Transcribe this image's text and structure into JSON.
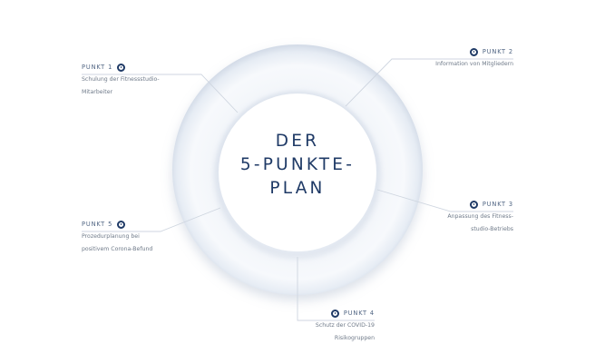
{
  "title_lines": [
    "DER",
    "5-PUNKTE-",
    "PLAN"
  ],
  "points": [
    {
      "label": "PUNKT 1",
      "lines": [
        "Schulung der Fitnessstudio-",
        "Mitarbeiter"
      ]
    },
    {
      "label": "PUNKT 2",
      "lines": [
        "Information von Mitgliedern"
      ]
    },
    {
      "label": "PUNKT 3",
      "lines": [
        "Anpassung des Fitness-",
        "studio-Betriebs"
      ]
    },
    {
      "label": "PUNKT 4",
      "lines": [
        "Schutz der COVID-19",
        "Risikogruppen"
      ]
    },
    {
      "label": "PUNKT 5",
      "lines": [
        "Prozedurplanung bei",
        "positivem Corona-Befund"
      ]
    }
  ],
  "colors": {
    "accent": "#1f3a66",
    "connector": "#cfd6e0",
    "ring_light": "#f4f7fb",
    "ring_shadow": "#ccd6e4"
  }
}
